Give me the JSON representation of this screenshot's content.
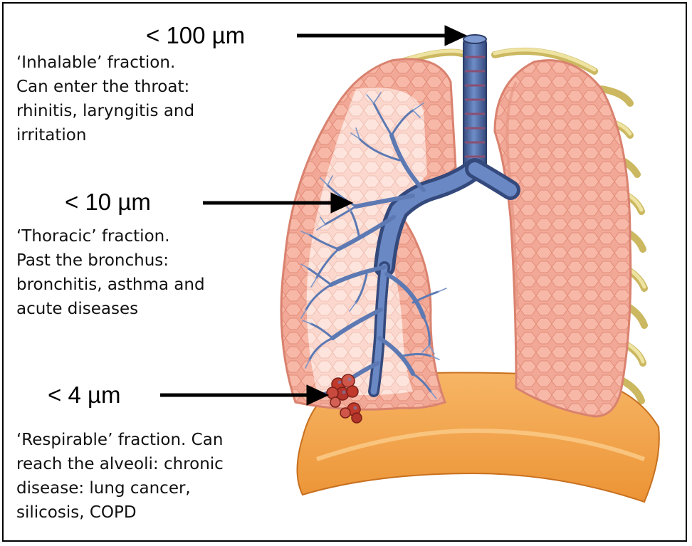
{
  "particles": [
    {
      "size": "< 100 µm",
      "lines": [
        "‘Inhalable’ fraction.",
        "Can enter the throat:",
        "rhinitis, laryngitis and",
        "irritation"
      ]
    },
    {
      "size": "< 10 µm",
      "lines": [
        "‘Thoracic’ fraction.",
        "Past the bronchus:",
        "bronchitis, asthma and",
        "acute diseases"
      ]
    },
    {
      "size": "< 4 µm",
      "lines": [
        "‘Respirable’ fraction. Can",
        "reach the alveoli: chronic",
        "disease: lung cancer,",
        "silicosis, COPD"
      ]
    }
  ],
  "colors": {
    "lung": "#f2a896",
    "lung_shadow": "#e08a78",
    "lung_interior": "#fbd9d0",
    "bronchi": "#5c79b3",
    "bronchi_dark": "#34497c",
    "diaphragm": "#f3a24a",
    "ribs": "#e8d98a",
    "alveoli": "#c0392b"
  }
}
